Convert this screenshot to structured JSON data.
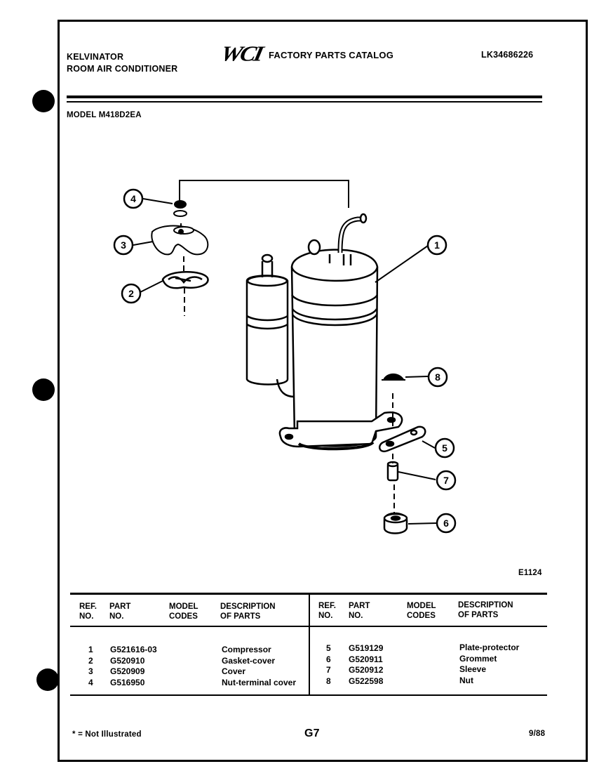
{
  "header": {
    "brand_line1": "KELVINATOR",
    "brand_line2": "ROOM AIR CONDITIONER",
    "logo_text": "WCI",
    "catalog_title": "FACTORY PARTS CATALOG",
    "catalog_number": "LK34686226",
    "model_label": "MODEL M418D2EA"
  },
  "diagram": {
    "callouts": [
      "1",
      "2",
      "3",
      "4",
      "5",
      "6",
      "7",
      "8"
    ],
    "figure_code": "E1124"
  },
  "table": {
    "headers": {
      "ref": [
        "REF.",
        "NO."
      ],
      "part": [
        "PART",
        "NO."
      ],
      "model": [
        "MODEL",
        "CODES"
      ],
      "desc": [
        "DESCRIPTION",
        "OF PARTS"
      ]
    },
    "left_rows": [
      {
        "ref": "1",
        "part": "G521616-03",
        "model": "",
        "desc": "Compressor"
      },
      {
        "ref": "2",
        "part": "G520910",
        "model": "",
        "desc": "Gasket-cover"
      },
      {
        "ref": "3",
        "part": "G520909",
        "model": "",
        "desc": "Cover"
      },
      {
        "ref": "4",
        "part": "G516950",
        "model": "",
        "desc": "Nut-terminal cover"
      }
    ],
    "right_rows": [
      {
        "ref": "5",
        "part": "G519129",
        "model": "",
        "desc": "Plate-protector"
      },
      {
        "ref": "6",
        "part": "G520911",
        "model": "",
        "desc": "Grommet"
      },
      {
        "ref": "7",
        "part": "G520912",
        "model": "",
        "desc": "Sleeve"
      },
      {
        "ref": "8",
        "part": "G522598",
        "model": "",
        "desc": "Nut"
      }
    ]
  },
  "footer": {
    "note": "* = Not Illustrated",
    "page": "G7",
    "date": "9/88"
  }
}
